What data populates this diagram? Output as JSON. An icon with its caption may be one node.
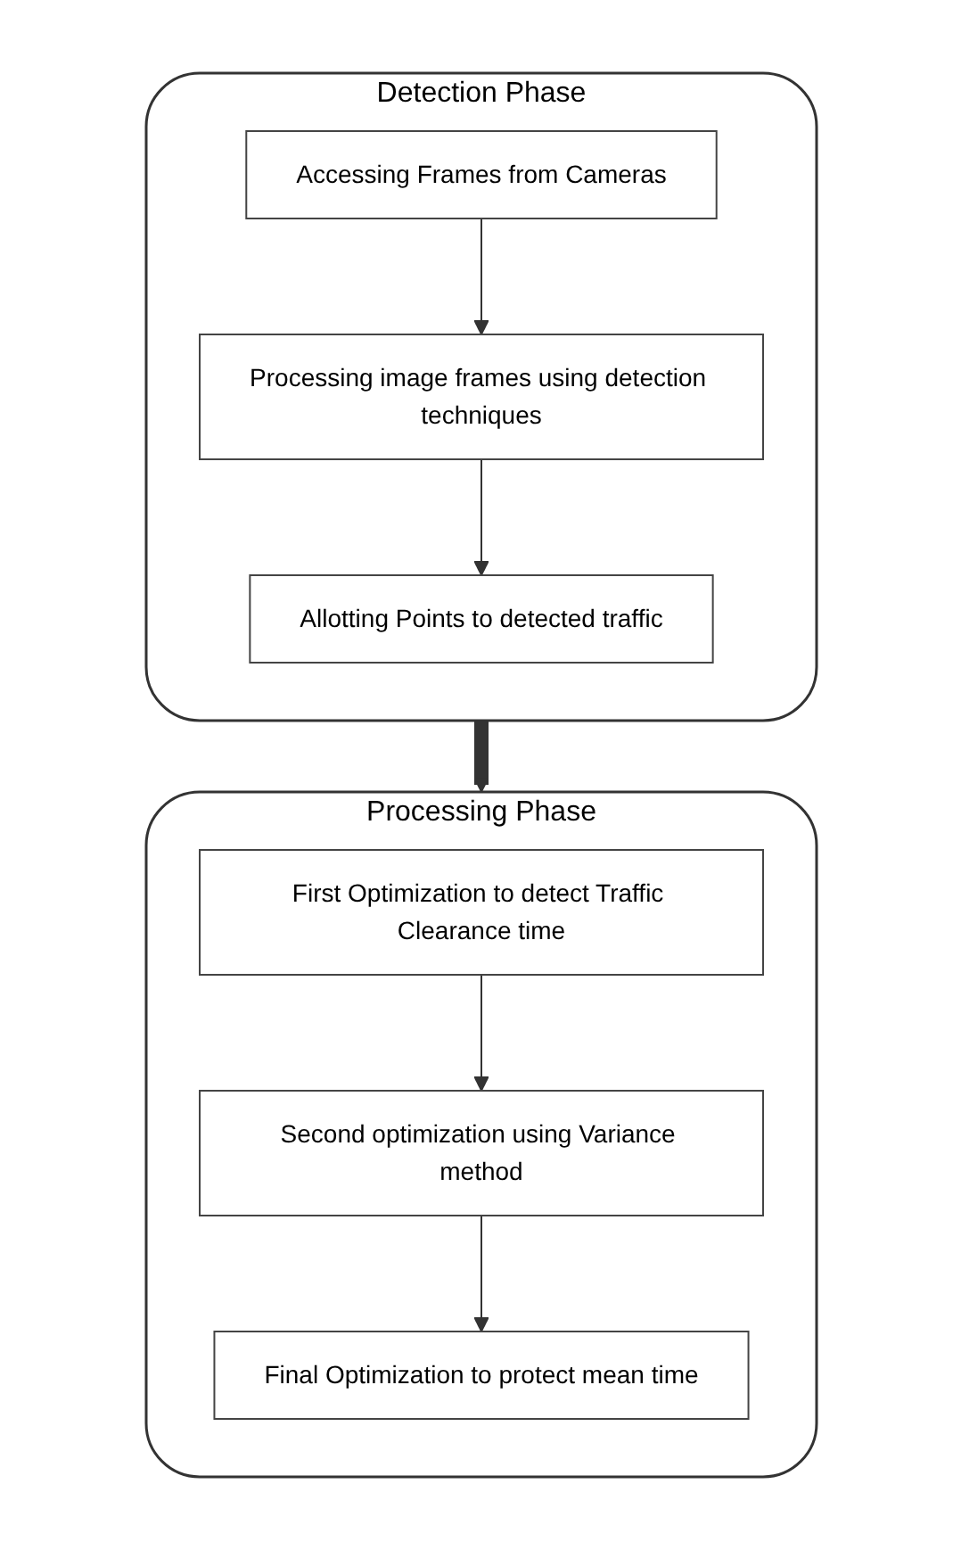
{
  "diagram": {
    "nodes": [
      {
        "text": [
          "Detection Phase"
        ]
      },
      {
        "text": [
          "Accessing Frames from Cameras"
        ],
        "in": 0
      },
      {
        "text": [
          "Processing image frames using detection techniques"
        ],
        "in": 0
      },
      {
        "text": [
          "Allotting Points to detected traffic"
        ],
        "in": 0
      },
      {
        "text": [
          "Processing Phase"
        ]
      },
      {
        "text": [
          "First Optimization to detect Traffic Clearance time"
        ],
        "in": 4
      },
      {
        "text": [
          "Second optimization using Variance method"
        ],
        "in": 4
      },
      {
        "text": [
          "Final Optimization to protect mean time"
        ],
        "in": 4
      }
    ],
    "edges": [
      {
        "from": 1,
        "to": 2,
        "arrow": "to"
      },
      {
        "from": 2,
        "to": 3,
        "arrow": "to"
      },
      {
        "from": 0,
        "to": 4,
        "arrow": "to",
        "style": "thick"
      },
      {
        "from": 5,
        "to": 6,
        "arrow": "to"
      },
      {
        "from": 6,
        "to": 7,
        "arrow": "to"
      }
    ]
  }
}
